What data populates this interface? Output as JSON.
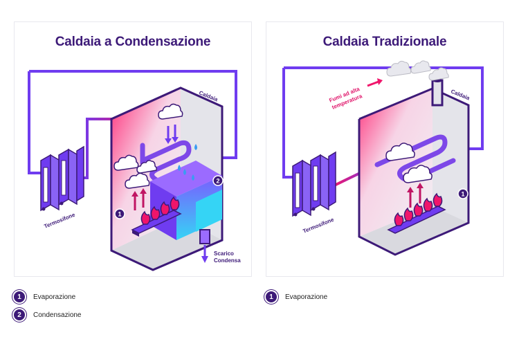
{
  "left_panel": {
    "title": "Caldaia a Condensazione",
    "label_caldaia": "Caldaia",
    "label_termosifone": "Termosifone",
    "label_scarico_1": "Scarico",
    "label_scarico_2": "Condensa",
    "badge_1": "1",
    "badge_2": "2"
  },
  "right_panel": {
    "title": "Caldaia Tradizionale",
    "label_caldaia": "Caldaia",
    "label_termosifone": "Termosifone",
    "label_fumi_1": "Fumi ad alta",
    "label_fumi_2": "temperatura",
    "badge_1": "1"
  },
  "legend_left": [
    {
      "num": "1",
      "text": "Evaporazione"
    },
    {
      "num": "2",
      "text": "Condensazione"
    }
  ],
  "legend_right": [
    {
      "num": "1",
      "text": "Evaporazione"
    }
  ],
  "colors": {
    "purple_dark": "#3d1a78",
    "violet": "#6f3cf0",
    "pink": "#f0156b",
    "cyan": "#35d4f5",
    "blue_drop": "#3a9cf2"
  }
}
